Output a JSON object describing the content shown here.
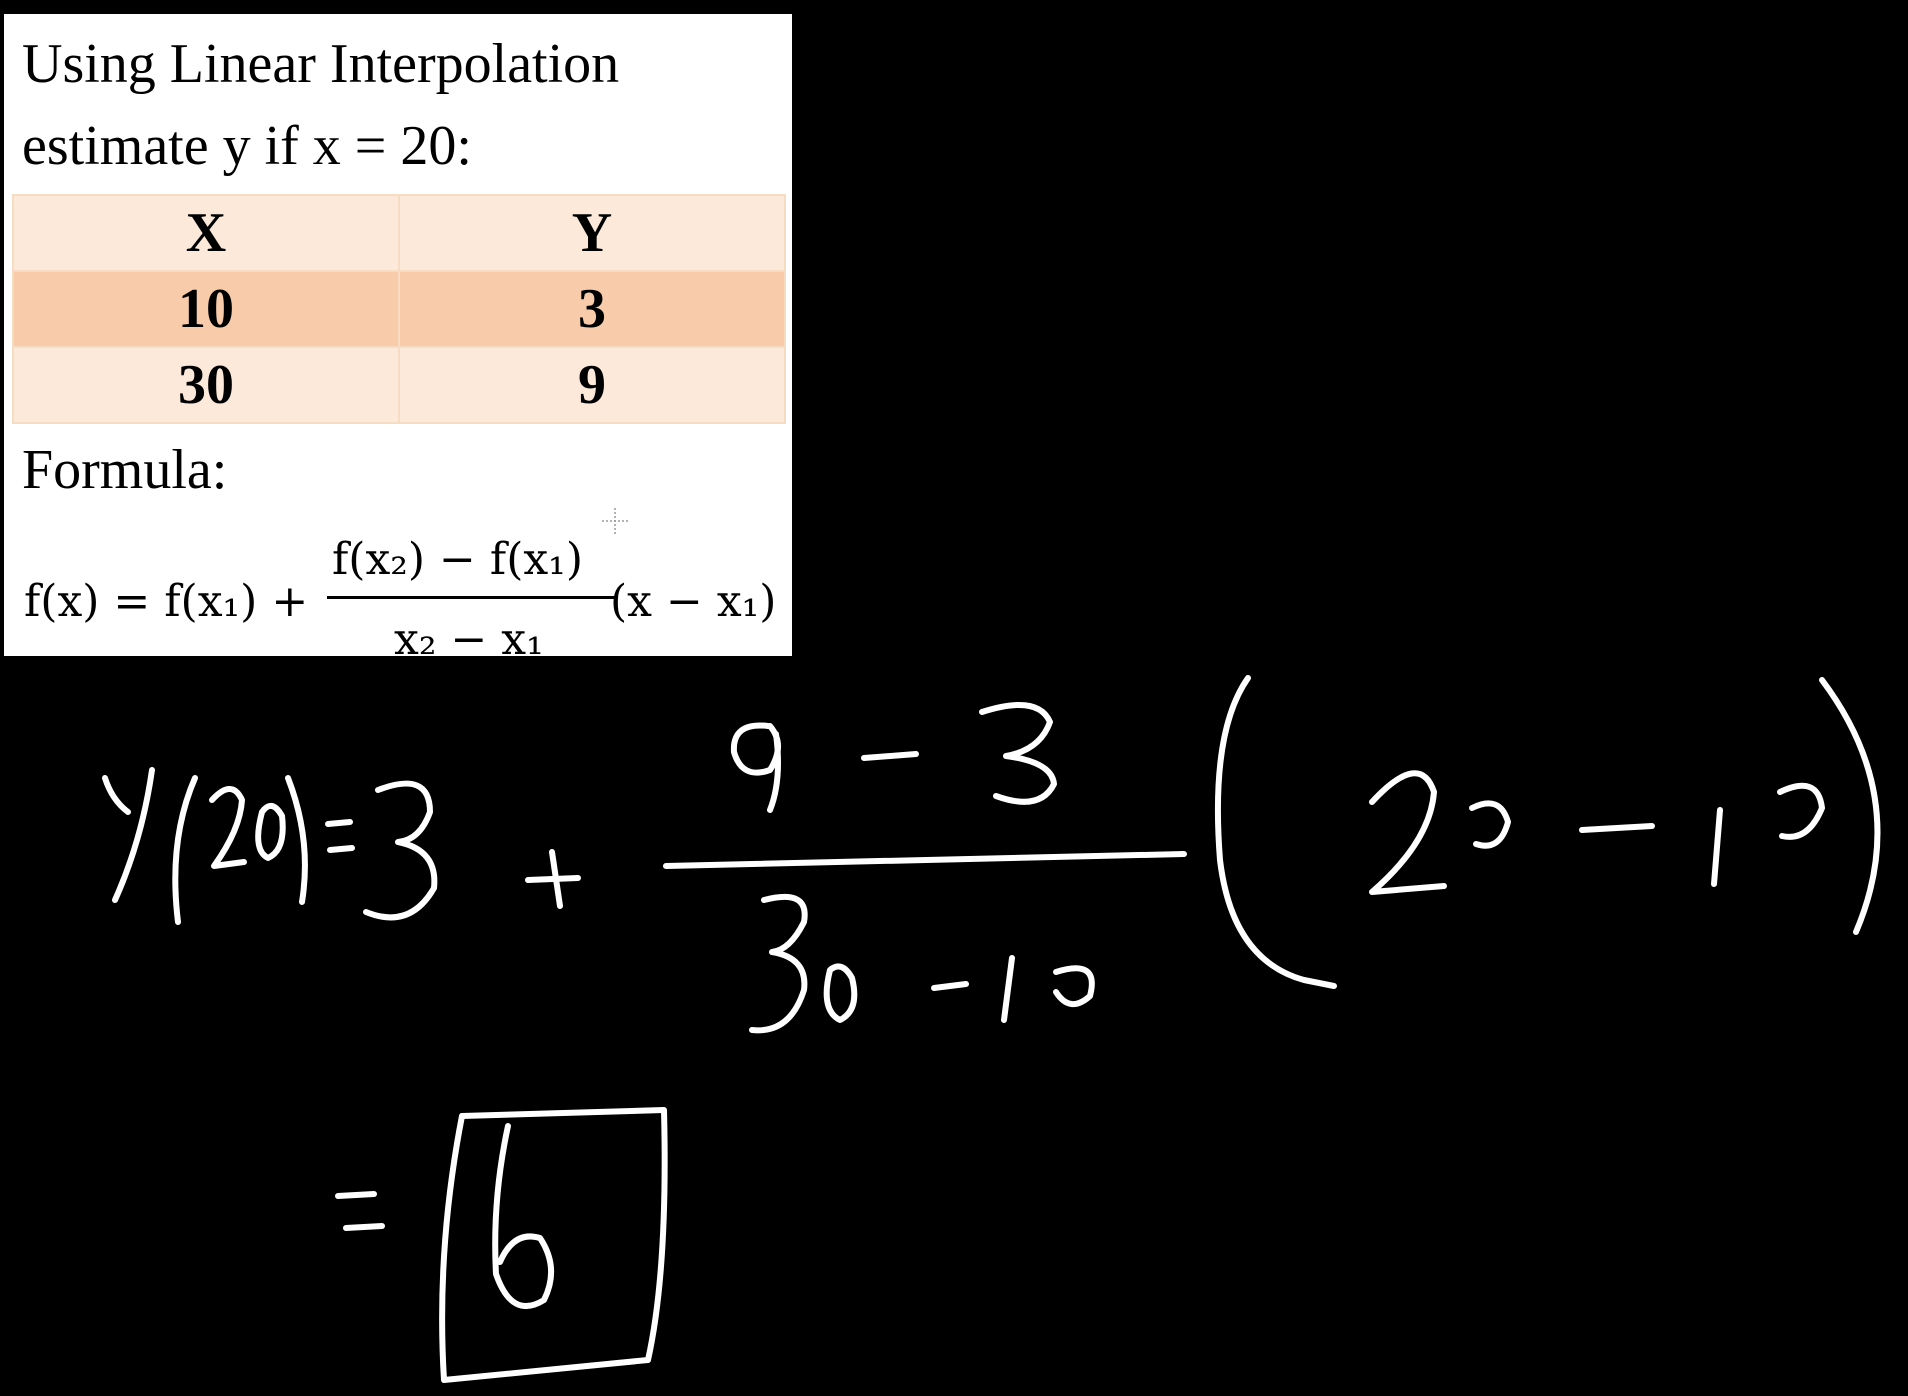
{
  "problem": {
    "title_line1": "Using Linear Interpolation",
    "title_line2": "estimate y if x = 20:"
  },
  "table": {
    "headers": [
      "X",
      "Y"
    ],
    "rows": [
      [
        "10",
        "3"
      ],
      [
        "30",
        "9"
      ]
    ]
  },
  "formula": {
    "label": "Formula:",
    "lhs": "f(x) = f(x₁) +",
    "numerator": "f(x₂) − f(x₁)",
    "denominator": "x₂ − x₁",
    "rhs": "(x − x₁)"
  },
  "handwritten_work": {
    "line1": "y(20) = 3 + (9 − 3)/(30 − 10) (20 − 10)",
    "line2": "= 6",
    "result": "6"
  },
  "colors": {
    "background": "#000000",
    "panel": "#ffffff",
    "table_light_row": "#fce9da",
    "table_dark_row": "#f8ccaa",
    "ink": "#ffffff"
  }
}
